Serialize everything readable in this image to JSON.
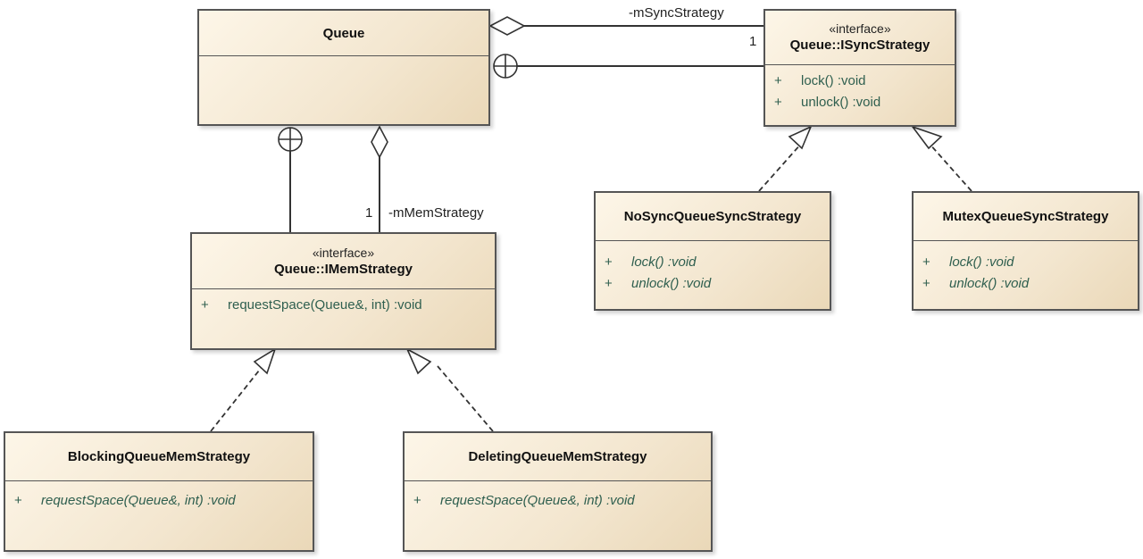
{
  "diagram": {
    "classes": {
      "queue": {
        "name": "Queue",
        "operations": []
      },
      "isync": {
        "stereotype": "«interface»",
        "name": "Queue::ISyncStrategy",
        "operations": [
          {
            "visibility": "+",
            "signature": "lock()  :void"
          },
          {
            "visibility": "+",
            "signature": "unlock()  :void"
          }
        ]
      },
      "nosync": {
        "name": "NoSyncQueueSyncStrategy",
        "operations": [
          {
            "visibility": "+",
            "signature": "lock()  :void"
          },
          {
            "visibility": "+",
            "signature": "unlock()  :void"
          }
        ]
      },
      "mutex": {
        "name": "MutexQueueSyncStrategy",
        "operations": [
          {
            "visibility": "+",
            "signature": "lock()  :void"
          },
          {
            "visibility": "+",
            "signature": "unlock()  :void"
          }
        ]
      },
      "imem": {
        "stereotype": "«interface»",
        "name": "Queue::IMemStrategy",
        "operations": [
          {
            "visibility": "+",
            "signature": "requestSpace(Queue&, int)  :void"
          }
        ]
      },
      "blocking": {
        "name": "BlockingQueueMemStrategy",
        "operations": [
          {
            "visibility": "+",
            "signature": "requestSpace(Queue&, int)  :void"
          }
        ]
      },
      "deleting": {
        "name": "DeletingQueueMemStrategy",
        "operations": [
          {
            "visibility": "+",
            "signature": "requestSpace(Queue&, int)  :void"
          }
        ]
      }
    },
    "associations": {
      "sync": {
        "role": "-mSyncStrategy",
        "multiplicity": "1"
      },
      "mem": {
        "role": "-mMemStrategy",
        "multiplicity": "1"
      }
    },
    "colors": {
      "box_fill": "#f3e6cf",
      "border": "#555555",
      "operation_text": "#2f5f4f"
    }
  }
}
